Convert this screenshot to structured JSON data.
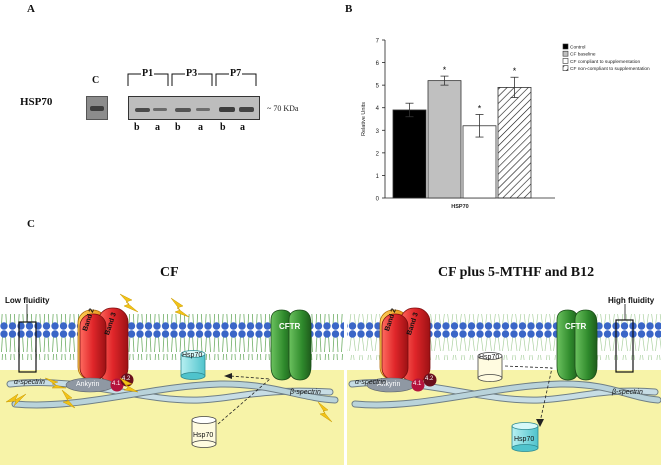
{
  "panel_a": {
    "letter": "A",
    "row_label": "HSP70",
    "control_label": "C",
    "groups": [
      "P1",
      "P3",
      "P7"
    ],
    "lanes": [
      "b",
      "a",
      "b",
      "a",
      "b",
      "a"
    ],
    "mw_label": "~ 70 KDa"
  },
  "panel_b": {
    "letter": "B"
  },
  "chart_data": {
    "type": "bar",
    "categories": [
      "HSP70"
    ],
    "ylabel": "Relative Units",
    "xlabel": "HSP70",
    "ylim": [
      0,
      7
    ],
    "yticks": [
      0,
      1,
      2,
      3,
      4,
      5,
      6,
      7
    ],
    "series": [
      {
        "name": "Control",
        "values": [
          3.9
        ],
        "error": [
          0.3
        ],
        "significant": false,
        "fill": "#000000"
      },
      {
        "name": "CF baseline",
        "values": [
          5.2
        ],
        "error": [
          0.2
        ],
        "significant": true,
        "fill": "#c0c0c0"
      },
      {
        "name": "CF compliant to supplementation",
        "values": [
          3.2
        ],
        "error": [
          0.5
        ],
        "significant": true,
        "fill": "#ffffff"
      },
      {
        "name": "CF non-compliant to supplementation",
        "values": [
          4.9
        ],
        "error": [
          0.45
        ],
        "significant": true,
        "fill": "hatch"
      }
    ],
    "significance_marker": "*",
    "legend_position": "top-right"
  },
  "panel_c": {
    "letter": "C",
    "left": {
      "title": "CF",
      "fluidity_label": "Low fluidity",
      "band2": "Band 2",
      "band3": "Band 3",
      "cftr": "CFTR",
      "ankyrin": "Ankyrin",
      "p41": "4.1",
      "p42": "4.2",
      "hsp70_membrane": "Hsp70",
      "hsp70_cytosol": "Hsp70",
      "alpha_spectrin": "α-spectrin",
      "beta_spectrin": "β-spectrin"
    },
    "right": {
      "title": "CF plus 5-MTHF and B12",
      "fluidity_label": "High fluidity",
      "band2": "Band 2",
      "band3": "Band 3",
      "cftr": "CFTR",
      "ankyrin": "Ankyrin",
      "p41": "4.1",
      "p42": "4.2",
      "hsp70_membrane": "Hsp70",
      "hsp70_cytosol": "Hsp70",
      "alpha_spectrin": "α-spectrin",
      "beta_spectrin": "β-spectrin"
    },
    "colors": {
      "cytosol": "#f7f3a8",
      "lipid_head": "#3a66c7",
      "tail": "#6fae66",
      "band3": "#d8282b",
      "band2": "#f2a21c",
      "cftr": "#3e8f3a",
      "ankyrin": "#8f98a3",
      "p41": "#b5123c",
      "p42": "#6a0f1c",
      "hsp70": "#7fdbe0",
      "bolt": "#f2c318"
    }
  }
}
